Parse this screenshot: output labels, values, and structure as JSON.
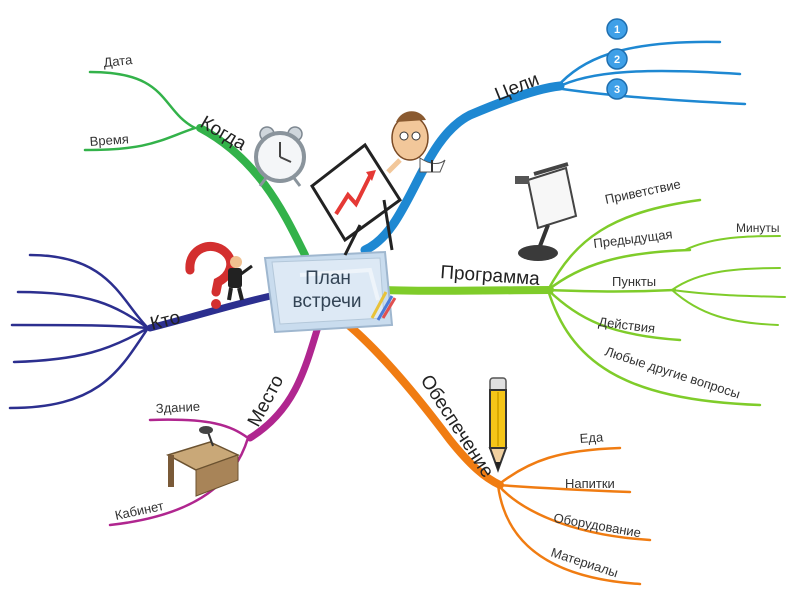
{
  "center": {
    "line1": "План",
    "line2": "встречи"
  },
  "branches": {
    "goals": {
      "label": "Цели",
      "color": "#1e88d2",
      "items": [
        "1",
        "2",
        "3"
      ]
    },
    "when": {
      "label": "Когда",
      "color": "#33b24a",
      "items": [
        "Дата",
        "Время"
      ]
    },
    "who": {
      "label": "Кто",
      "color": "#2c2f8f"
    },
    "place": {
      "label": "Место",
      "color": "#b0268f",
      "items": [
        "Здание",
        "Кабинет"
      ]
    },
    "program": {
      "label": "Программа",
      "color": "#7fcc2a",
      "items": [
        "Приветствие",
        "Предыдущая",
        "Минуты",
        "Пункты",
        "Действия",
        "Любые другие вопросы"
      ]
    },
    "supply": {
      "label": "Обеспечение",
      "color": "#f07c12",
      "items": [
        "Еда",
        "Напитки",
        "Оборудование",
        "Материалы"
      ]
    }
  },
  "icons": [
    "clock-icon",
    "presenter-chart-icon",
    "question-mark-person-icon",
    "flipchart-icon",
    "desk-icon",
    "pencil-icon"
  ]
}
